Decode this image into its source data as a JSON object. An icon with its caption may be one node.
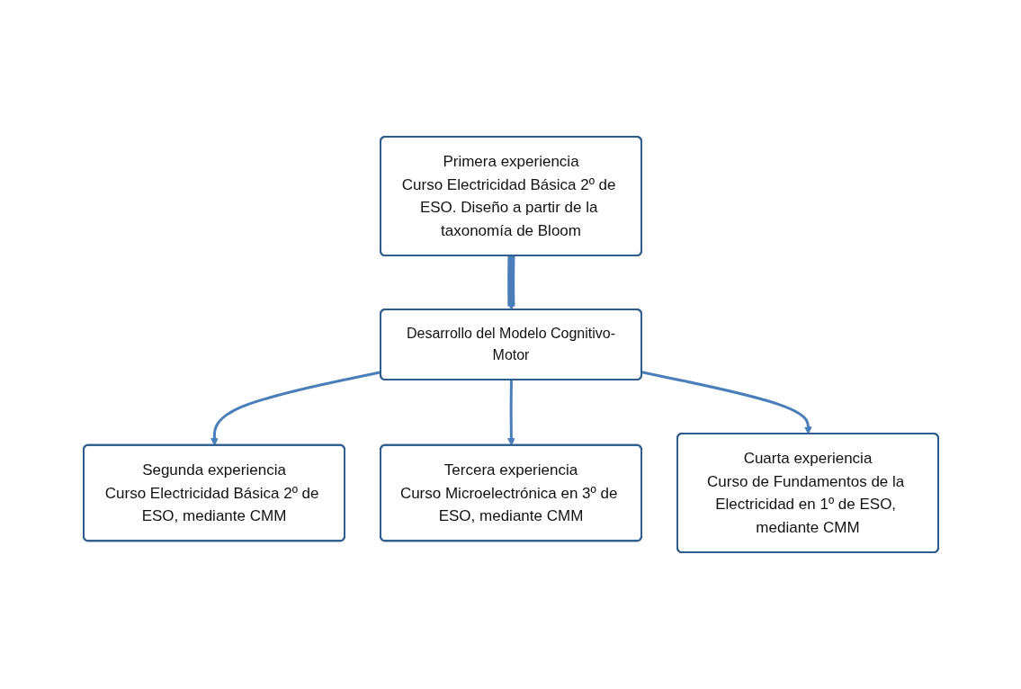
{
  "diagram": {
    "nodes": [
      {
        "text": [
          "Primera experiencia",
          "Curso Electricidad Básica 2º de ESO. Diseño a partir de la taxonomía de Bloom"
        ]
      },
      {
        "text": [
          "Desarrollo del Modelo Cognitivo-Motor"
        ]
      },
      {
        "text": [
          "Segunda experiencia",
          "Curso Electricidad Básica 2º de ESO, mediante CMM"
        ]
      },
      {
        "text": [
          "Tercera experiencia",
          "Curso Microelectrónica en 3º de ESO, mediante CMM"
        ]
      },
      {
        "text": [
          "Cuarta experiencia",
          "Curso de Fundamentos de la Electricidad en 1º de ESO, mediante CMM"
        ]
      }
    ],
    "edges": [
      {
        "from": 0,
        "to": 1,
        "arrow": "to",
        "style": "thick"
      },
      {
        "from": 1,
        "to": 2,
        "arrow": "to"
      },
      {
        "from": 1,
        "to": 3,
        "arrow": "to"
      },
      {
        "from": 1,
        "to": 4,
        "arrow": "to"
      }
    ]
  }
}
